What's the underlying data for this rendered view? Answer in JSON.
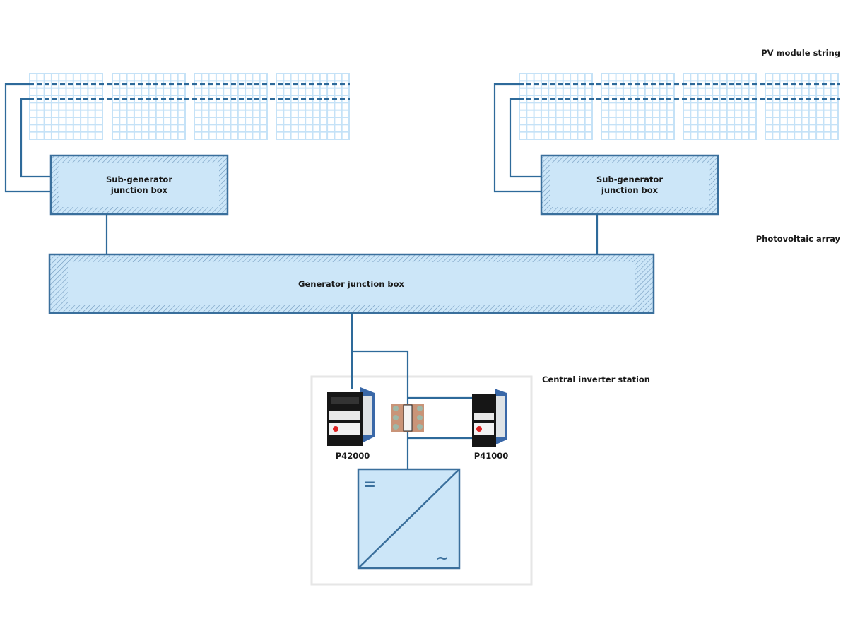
{
  "labels": {
    "pv_module_string": "PV module string",
    "photovoltaic_array": "Photovoltaic array",
    "central_inverter_station": "Central inverter station"
  },
  "sub_generator_boxes": [
    {
      "line1": "Sub-generator",
      "line2": "junction box"
    },
    {
      "line1": "Sub-generator",
      "line2": "junction box"
    }
  ],
  "generator_box": {
    "label": "Generator junction box"
  },
  "devices": {
    "left": {
      "label": "P42000"
    },
    "right": {
      "label": "P41000"
    }
  },
  "inverter": {
    "dc_symbol": "=",
    "ac_symbol": "~"
  },
  "colors": {
    "line": "#2e6a9a",
    "box_fill": "#cce6f8",
    "module_cell": "#c5e2f7",
    "station_border": "#e6e6e6"
  }
}
